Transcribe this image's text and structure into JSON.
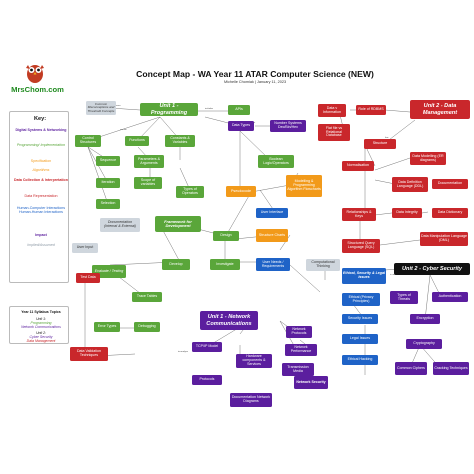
{
  "brand": {
    "name": "MrsChom.com"
  },
  "header": {
    "title": "Concept Map - WA Year 11 ATAR Computer Science (NEW)",
    "subtitle": "Michelle Chomiak | January 11, 2023"
  },
  "key": {
    "title": "Key:",
    "items": [
      {
        "label": "Digital Systems & Networking",
        "color": "#5b1e9e"
      },
      {
        "label": "Programming/ Implementation",
        "color": "#5aa63a"
      },
      {
        "label": "Specification",
        "color": "#f29a1a"
      },
      {
        "label": "Algorithms",
        "color": "#f29a1a"
      },
      {
        "label": "Data Collection & Interpretation",
        "color": "#c9272b"
      },
      {
        "label": "Data Representation",
        "color": "#c9272b"
      },
      {
        "label": "Human-Computer Interactions Human-Human Interactions",
        "color": "#1f63c7"
      },
      {
        "label": "Impact",
        "color": "#5b1e9e"
      },
      {
        "label": "Implied/Assumed",
        "color": "#8e9aa6"
      }
    ]
  },
  "syllabus": {
    "title": "Year 11 Syllabus Topics",
    "unit1": "Unit 1:",
    "unit1_a": "Programming",
    "unit1_b": "Network Communications",
    "unit2": "Unit 2:",
    "unit2_a": "Cyber Security",
    "unit2_b": "Data Management"
  },
  "nodes": {
    "common_misconceptions": "Common Misconceptions and Threshold Concepts",
    "unit1_programming": "Unit 1 - Programming",
    "apis": "APIs",
    "data_types": "Data Types",
    "number_systems": "Number Systems Dec/Bin/Hex",
    "control_structures": "Control Structures",
    "functions": "Functions",
    "constants_variables": "Constants & Variables",
    "sequence": "Sequence",
    "parameters_arguments": "Parameters & Arguments",
    "scope_of_variables": "Scope of variables",
    "iteration": "Iteration",
    "types_of_operators": "Types of Operators",
    "boolean_logic": "Boolean Logic/Operators",
    "selection": "Selection",
    "pseudocode": "Pseudocode",
    "modelling_trace": "Modelling & Programming Algorithm Flowcharts",
    "documentation": "Documentation (Internal & External)",
    "framework_dev": "Framework for Development",
    "user_interface": "User Interface",
    "design": "Design",
    "structure_charts": "Structure Charts",
    "user_input": "User Input",
    "evaluate_testing": "Evaluate / Testing",
    "develop": "Develop",
    "investigate": "Investigate",
    "user_needs": "User Needs / Requirements",
    "computational_thinking": "Computational Thinking",
    "test_data": "Test Data",
    "trace_tables": "Trace Tables",
    "error_types": "Error Types",
    "debugging": "Debugging",
    "data_validation": "Data Validation Techniques",
    "data_vs_info": "Data v Information",
    "role_of_rdbms": "Role of RDBMS",
    "flat_file": "Flat file vs Relational Database",
    "unit2_data": "Unit 2 - Data Management",
    "structure": "Structure",
    "normalisation": "Normalisation",
    "data_modelling": "Data Modelling (ER diagrams)",
    "data_definition": "Data Definition Language (DDL)",
    "documentation2": "Documentation",
    "relationships": "Relationships & Keys",
    "data_integrity": "Data Integrity",
    "data_dictionary": "Data Dictionary",
    "sql": "Structured Query Language (SQL)",
    "dml": "Data Manipulation Language (DML)",
    "ethical_security": "Ethical, Security & Legal Issues",
    "unit2_cyber": "Unit 2 - Cyber Security",
    "ethical_privacy": "Ethical (Privacy Principles)",
    "types_of_threats": "Types of Threats",
    "authentication": "Authentication",
    "security_issues": "Security Issues",
    "encryption": "Encryption",
    "legal_issues": "Legal Issues",
    "cryptography": "Cryptography",
    "ethical_hacking": "Ethical Hacking",
    "common_ciphers": "Common Ciphers",
    "cracking_techniques": "Cracking Techniques",
    "unit1_network": "Unit 1 - Network Communications",
    "network_protocols": "Network Protocols",
    "tcpip": "TCP/IP Model",
    "network_performance": "Network Performance",
    "hardware": "Hardware components & Services",
    "transmission_media": "Transmission Media",
    "protocols": "Protocols",
    "documentation_diagrams": "Documentation Network Diagrams",
    "network_security": "Network Security"
  },
  "link_labels": {
    "can_be": "can be",
    "is_used_for": "is used for",
    "uses": "uses",
    "includes": "includes",
    "are": "are",
    "is_a": "is a",
    "has": "has",
    "to_analyse": "to analyse"
  }
}
